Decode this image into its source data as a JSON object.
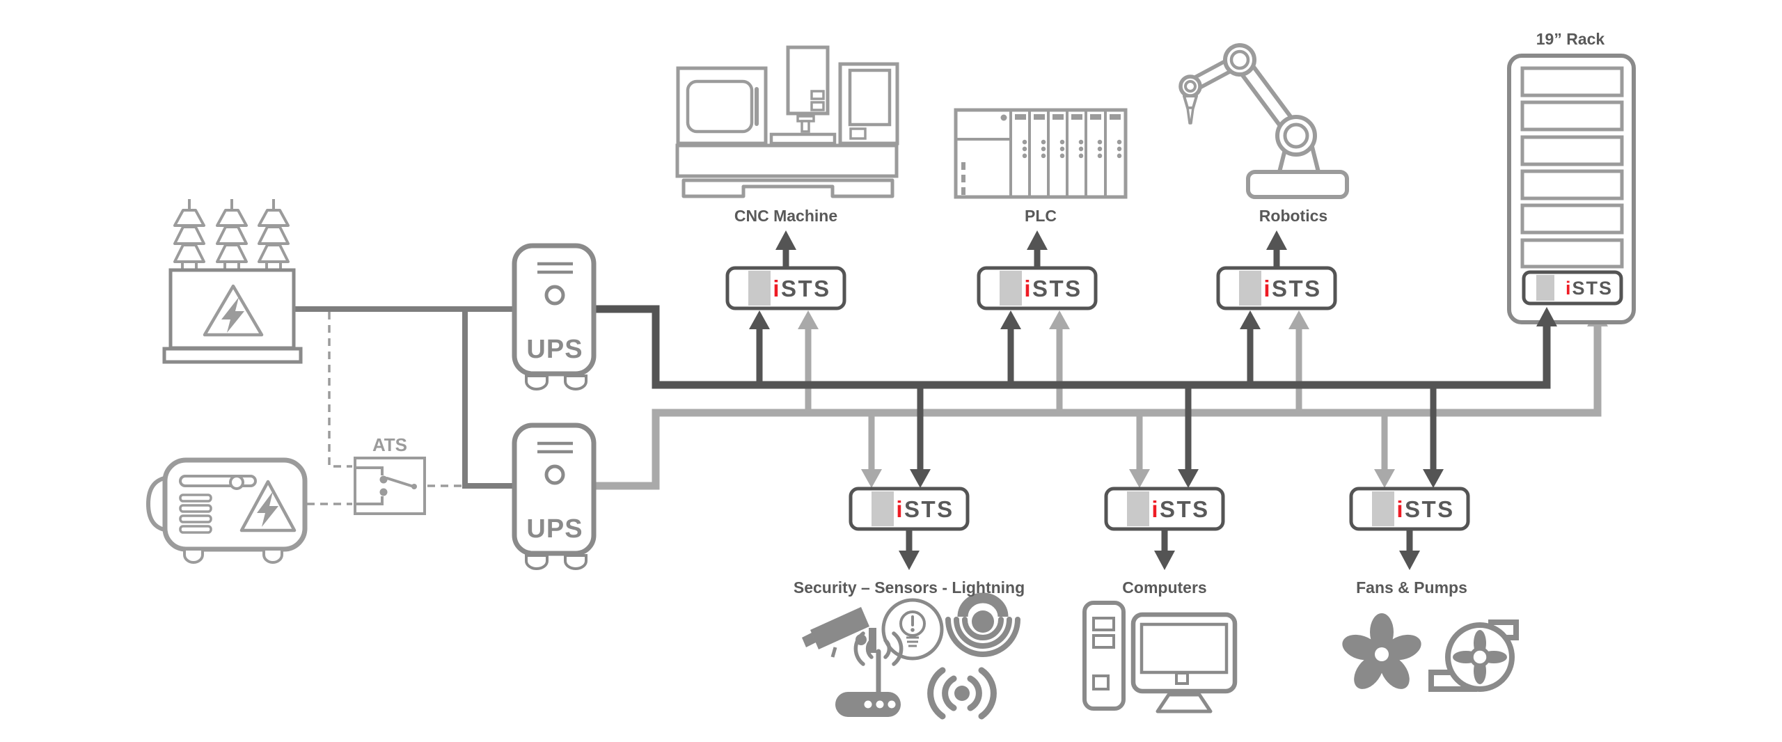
{
  "colors": {
    "dark": "#545454",
    "medium": "#7d7d7d",
    "light": "#a9a9a9",
    "outline": "#9b9b9b",
    "solid": "#8a8a8a",
    "label": "#595959",
    "band": "#c9c9c9",
    "red": "#ee1c25",
    "bg": "#ffffff"
  },
  "sources": {
    "transformer": {
      "icon": "utility-transformer-icon"
    },
    "generator": {
      "icon": "diesel-generator-icon"
    },
    "ats": {
      "label": "ATS",
      "icon": "transfer-switch-icon"
    },
    "ups_a": {
      "label": "UPS",
      "icon": "ups-tower-icon"
    },
    "ups_b": {
      "label": "UPS",
      "icon": "ups-tower-icon"
    }
  },
  "sts": {
    "brand_i": "i",
    "brand_rest": "STS"
  },
  "loads": {
    "cnc": {
      "label": "CNC Machine",
      "icon": "cnc-machine-icon"
    },
    "plc": {
      "label": "PLC",
      "icon": "plc-icon"
    },
    "robotics": {
      "label": "Robotics",
      "icon": "robot-arm-icon"
    },
    "rack": {
      "label": "19” Rack",
      "icon": "server-rack-icon"
    },
    "security": {
      "label": "Security – Sensors - Lightning",
      "icons": [
        "cctv-camera-icon",
        "alert-bulb-icon",
        "motion-sensor-icon",
        "wifi-router-icon",
        "wireless-signal-icon"
      ]
    },
    "computers": {
      "label": "Computers",
      "icons": [
        "pc-tower-icon",
        "monitor-icon"
      ]
    },
    "fans_pumps": {
      "label": "Fans & Pumps",
      "icons": [
        "fan-icon",
        "pump-icon"
      ]
    }
  }
}
